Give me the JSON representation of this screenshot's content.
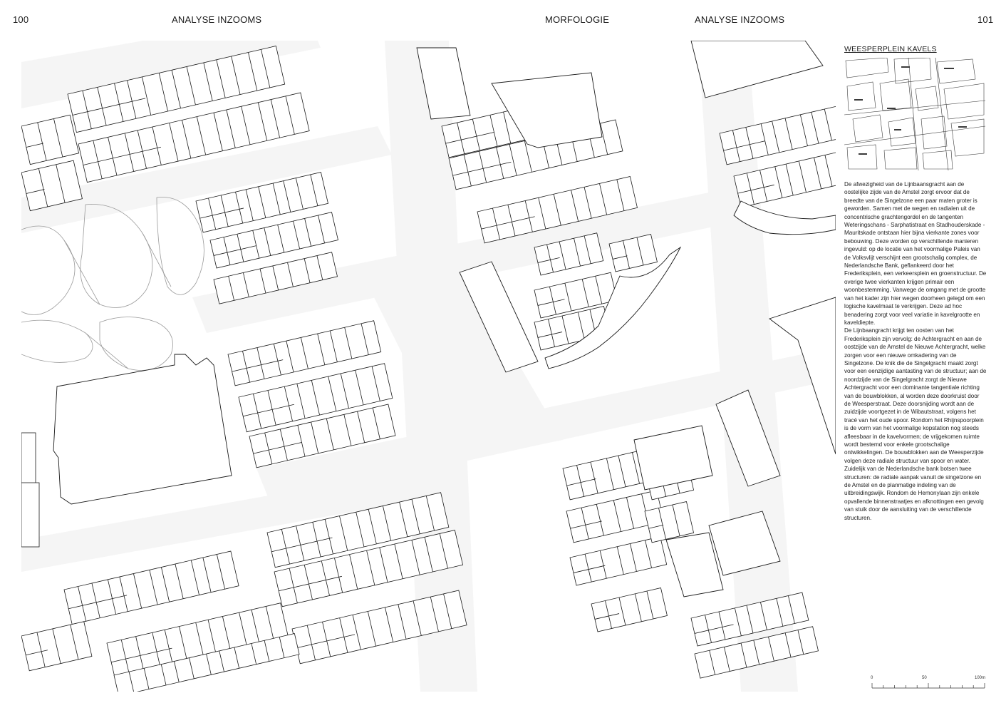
{
  "header": {
    "page_left": "100",
    "section_left": "ANALYSE INZOOMS",
    "center": "MORFOLOGIE",
    "section_right": "ANALYSE INZOOMS",
    "page_right": "101"
  },
  "sidebar": {
    "title": "WEESPERPLEIN KAVELS",
    "paragraphs": [
      "De afwezigheid van de Lijnbaansgracht aan de oostelijke zijde van de Amstel zorgt ervoor dat de breedte van de Singelzone een paar maten groter is geworden. Samen met de wegen en radialen uit de concentrische grachtengordel en de tangenten Weteringschans - Sarphatistraat en Stadhouderskade - Mauritskade ontstaan hier bijna vierkante zones voor bebouwing. Deze worden op verschillende manieren ingevuld: op de locatie van het voormalige Paleis van de Volksvlijt verschijnt een grootschalig complex, de Nederlandsche Bank, geflankeerd door het Frederiksplein, een verkeersplein en groenstructuur. De overige twee vierkanten krijgen primair een woonbestemming. Vanwege de omgang met de grootte van het kader zijn hier wegen doorheen gelegd om een logische kavelmaat te verkrijgen. Deze ad hoc benadering zorgt voor veel variatie in kavelgrootte en kaveldiepte.",
      "De Lijnbaangracht krijgt ten oosten van het Frederiksplein zijn vervolg: de Achtergracht en aan de oostzijde van de Amstel de Nieuwe Achtergracht, welke zorgen voor een nieuwe omkadering van de Singelzone. De knik die de Singelgracht maakt zorgt voor een eenzijdige aantasting van de structuur; aan de noordzijde van de Singelgracht zorgt de Nieuwe Achtergracht voor een dominante tangentiale richting van de bouwblokken, al worden deze doorkruist door de Weesperstraat. Deze doorsnijding wordt aan de zuidzijde voortgezet in de Wibautstraat, volgens het tracé van het oude spoor. Rondom het Rhijnspoorplein is de vorm van het voormalige kopstation nog steeds afleesbaar in de kavelvormen; de vrijgekomen ruimte wordt bestemd voor enkele grootschalige ontwikkelingen. De bouwblokken aan de Weesperzijde volgen deze radiale structuur van spoor en water.",
      "Zuidelijk van de Nederlandsche bank botsen twee structuren: de radiale aanpak vanuit de singelzone en de Amstel en de planmatige indeling van de uitbreidingswijk. Rondom de Hemonylaan zijn enkele opvallende binnenstraatjes en afknottingen een gevolg van stuik door de aansluiting van de verschillende structuren."
    ]
  },
  "scale_bar": {
    "labels": [
      "0",
      "50",
      "100m"
    ]
  },
  "colors": {
    "line": "#1a1a1a",
    "street": "#f5f5f5",
    "park": "#9a9a9a"
  }
}
